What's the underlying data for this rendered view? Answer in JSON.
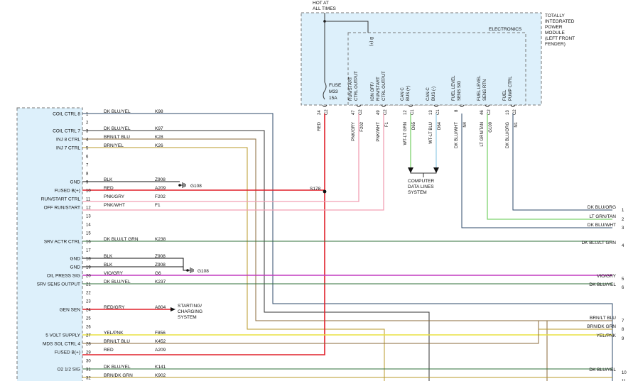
{
  "colors": {
    "module_fill": "#ddf0fb",
    "red": "#e0202a",
    "pink": "#f2a0b4",
    "dkblue_yel": "#2e4a6a",
    "brown": "#8a6a3a",
    "brn_yel": "#b99a2a",
    "dk_green": "#2f6f3a",
    "violet": "#c23cc0",
    "yellow": "#e8e040",
    "lt_green": "#7ed36e",
    "wire_gray": "#333333"
  },
  "top": {
    "hot_label": "HOT AT\nALL TIMES"
  },
  "tipm": {
    "title": "TOTALLY\nINTEGRATED\nPOWER\nMODULE\n(LEFT FRONT\nFENDER)",
    "electronics": "ELECTRONICS",
    "b_plus": "B (+)",
    "fuse": "FUSE",
    "fuse_id": "M33",
    "fuse_amp": "15A"
  },
  "tipm_pins": [
    {
      "label": "",
      "pin": "24",
      "conn": "C2",
      "wire": "RED",
      "circuit": ""
    },
    {
      "label": "RUN/START\nCTRL OUTPUT",
      "pin": "47",
      "conn": "C2",
      "wire": "PNK/GRY",
      "circuit": "F202"
    },
    {
      "label": "IGN OFF/\nRUN/START\nCTRL OUTPUT",
      "pin": "49",
      "conn": "C2",
      "wire": "PNK/WHT",
      "circuit": "F1"
    },
    {
      "label": "CAN C\nBUS (+)",
      "pin": "12",
      "conn": "C1",
      "wire": "WT-LT GRN",
      "circuit": "D65"
    },
    {
      "label": "CAN C\nBUS (-)",
      "pin": "13",
      "conn": "C1",
      "wire": "WT-LT BLU",
      "circuit": "D64"
    },
    {
      "label": "FUEL LEVEL\nSENS SIG",
      "pin": "8",
      "conn": "",
      "wire": "DK BLU/WHT",
      "circuit": "N4"
    },
    {
      "label": "FUEL LEVEL\nSENS RTN",
      "pin": "46",
      "conn": "C2",
      "wire": "LT GRN/TAN",
      "circuit": "G109"
    },
    {
      "label": "FUEL\nPUMP CTRL",
      "pin": "13",
      "conn": "C2",
      "wire": "DK BLU/ORG",
      "circuit": "N1"
    }
  ],
  "splice": "S178",
  "data_bus": "COMPUTER\nDATA LINES\nSYSTEM",
  "starting": "STARTING/\nCHARGING\nSYSTEM",
  "grounds": [
    "G108",
    "G108"
  ],
  "left_rows": [
    {
      "pin": "1",
      "label": "COIL CTRL 8",
      "color": "DK BLU/YEL",
      "circuit": "K98"
    },
    {
      "pin": "2",
      "label": "",
      "color": "",
      "circuit": ""
    },
    {
      "pin": "3",
      "label": "COIL CTRL 7",
      "color": "DK BLU/YEL",
      "circuit": "K97"
    },
    {
      "pin": "4",
      "label": "INJ 8 CTRL",
      "color": "BRN/LT BLU",
      "circuit": "K28"
    },
    {
      "pin": "5",
      "label": "INJ 7 CTRL",
      "color": "BRN/YEL",
      "circuit": "K26"
    },
    {
      "pin": "6",
      "label": "",
      "color": "",
      "circuit": ""
    },
    {
      "pin": "7",
      "label": "",
      "color": "",
      "circuit": ""
    },
    {
      "pin": "8",
      "label": "",
      "color": "",
      "circuit": ""
    },
    {
      "pin": "9",
      "label": "GND",
      "color": "BLK",
      "circuit": "Z908"
    },
    {
      "pin": "10",
      "label": "FUSED B(+)",
      "color": "RED",
      "circuit": "A209"
    },
    {
      "pin": "11",
      "label": "RUN/START CTRL",
      "color": "PNK/GRY",
      "circuit": "F202"
    },
    {
      "pin": "12",
      "label": "OFF RUN/START",
      "color": "PNK/WHT",
      "circuit": "F1"
    },
    {
      "pin": "13",
      "label": "",
      "color": "",
      "circuit": ""
    },
    {
      "pin": "14",
      "label": "",
      "color": "",
      "circuit": ""
    },
    {
      "pin": "15",
      "label": "",
      "color": "",
      "circuit": ""
    },
    {
      "pin": "16",
      "label": "SRV ACTR CTRL",
      "color": "DK BLU/LT GRN",
      "circuit": "K238"
    },
    {
      "pin": "17",
      "label": "",
      "color": "",
      "circuit": ""
    },
    {
      "pin": "18",
      "label": "GND",
      "color": "BLK",
      "circuit": "Z908"
    },
    {
      "pin": "19",
      "label": "GND",
      "color": "BLK",
      "circuit": "Z908"
    },
    {
      "pin": "20",
      "label": "OIL PRESS SIG",
      "color": "VIO/GRY",
      "circuit": "G6"
    },
    {
      "pin": "21",
      "label": "SRV SENS OUTPUT",
      "color": "DK BLU/YEL",
      "circuit": "K237"
    },
    {
      "pin": "22",
      "label": "",
      "color": "",
      "circuit": ""
    },
    {
      "pin": "23",
      "label": "",
      "color": "",
      "circuit": ""
    },
    {
      "pin": "24",
      "label": "GEN SEN",
      "color": "RED/GRY",
      "circuit": "A804"
    },
    {
      "pin": "25",
      "label": "",
      "color": "",
      "circuit": ""
    },
    {
      "pin": "26",
      "label": "",
      "color": "",
      "circuit": ""
    },
    {
      "pin": "27",
      "label": "5 VOLT SUPPLY",
      "color": "YEL/PNK",
      "circuit": "F856"
    },
    {
      "pin": "28",
      "label": "MDS SOL CTRL 4",
      "color": "BRN/LT BLU",
      "circuit": "K452"
    },
    {
      "pin": "29",
      "label": "FUSED B(+)",
      "color": "RED",
      "circuit": "A209"
    },
    {
      "pin": "30",
      "label": "",
      "color": "",
      "circuit": ""
    },
    {
      "pin": "31",
      "label": "O2 1/2 SIG",
      "color": "DK BLU/YEL",
      "circuit": "K141"
    },
    {
      "pin": "32",
      "label": "",
      "color": "BRN/DK GRN",
      "circuit": "K902"
    }
  ],
  "right_rows": [
    {
      "pin": "1",
      "color": "DK BLU/ORG"
    },
    {
      "pin": "2",
      "color": "LT GRN/TAN"
    },
    {
      "pin": "3",
      "color": "DK BLU/WHT"
    },
    {
      "pin": "4",
      "color": "DK BLU/LT GRN"
    },
    {
      "pin": "5",
      "color": "VIO/GRY"
    },
    {
      "pin": "6",
      "color": "DK BLU/YEL"
    },
    {
      "pin": "7",
      "color": "BRN/LT BLU"
    },
    {
      "pin": "8",
      "color": "BRN/DK GRN"
    },
    {
      "pin": "9",
      "color": "YEL/PNK"
    },
    {
      "pin": "10",
      "color": "DK BLU/YEL"
    },
    {
      "pin": "11",
      "color": ""
    }
  ]
}
